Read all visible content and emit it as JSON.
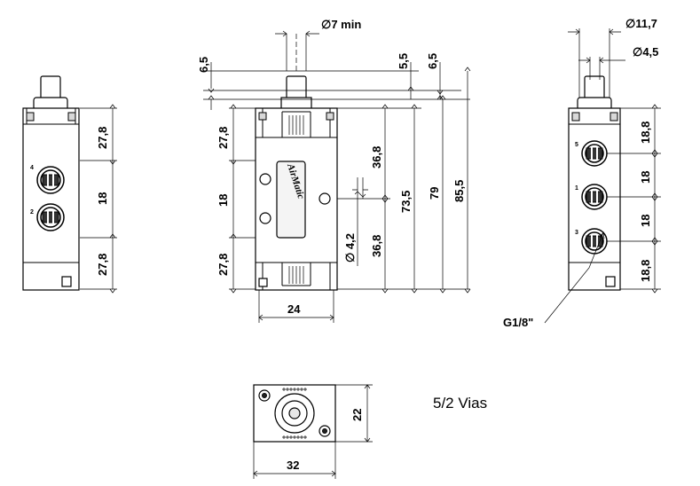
{
  "title": "5/2 Vias",
  "brand": "AirMatic",
  "left_view": {
    "dims": [
      "27,8",
      "18",
      "27,8"
    ],
    "ports": [
      "4",
      "2"
    ]
  },
  "front_view": {
    "top_dims": [
      "∅7 min",
      "6,5",
      "5,5",
      "6,5"
    ],
    "left_dims": [
      "27,8",
      "18",
      "27,8"
    ],
    "right_dims": [
      "36,8",
      "36,8",
      "73,5",
      "79",
      "85,5"
    ],
    "hole": "∅ 4,2",
    "bottom_width": "24"
  },
  "right_view": {
    "top_dims": [
      "∅11,7",
      "∅4,5"
    ],
    "right_dims": [
      "18,8",
      "18",
      "18",
      "18,8"
    ],
    "ports": [
      "5",
      "1",
      "3"
    ],
    "thread": "G1/8\""
  },
  "bottom_view": {
    "width": "32",
    "height": "22"
  }
}
